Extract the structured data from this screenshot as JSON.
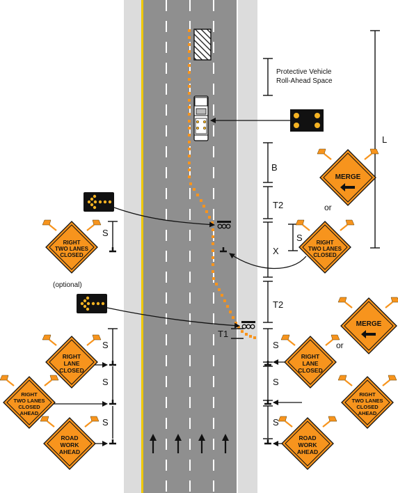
{
  "labels": {
    "protective_vehicle_line1": "Protective Vehicle",
    "protective_vehicle_line2": "Roll-Ahead Space",
    "optional": "(optional)",
    "or_upper": "or",
    "or_lower": "or"
  },
  "dimensions": {
    "B": "B",
    "L": "L",
    "T2_upper": "T2",
    "T2_lower": "T2",
    "X": "X",
    "T1": "T1",
    "S_left_mid": "S",
    "S_right_mid": "S",
    "S_left_1": "S",
    "S_left_2": "S",
    "S_left_3": "S",
    "S_right_1": "S",
    "S_right_2": "S",
    "S_right_3": "S"
  },
  "signs": {
    "merge_upper": [
      "MERGE"
    ],
    "merge_lower": [
      "MERGE"
    ],
    "right_two_lanes_closed_left": [
      "RIGHT",
      "TWO LANES",
      "CLOSED"
    ],
    "right_two_lanes_closed_right": [
      "RIGHT",
      "TWO LANES",
      "CLOSED"
    ],
    "right_lane_closed_left": [
      "RIGHT",
      "LANE",
      "CLOSED"
    ],
    "right_lane_closed_right": [
      "RIGHT",
      "LANE",
      "CLOSED"
    ],
    "right_two_lanes_closed_ahead_left": [
      "RIGHT",
      "TWO LANES",
      "CLOSED",
      "AHEAD"
    ],
    "right_two_lanes_closed_ahead_right": [
      "RIGHT",
      "TWO LANES",
      "CLOSED",
      "AHEAD"
    ],
    "road_work_ahead_left": [
      "ROAD",
      "WORK",
      "AHEAD"
    ],
    "road_work_ahead_right": [
      "ROAD",
      "WORK",
      "AHEAD"
    ]
  },
  "icons": {
    "arrow_board": "arrow-board-left-icon",
    "flashing_panel": "four-light-panel-icon",
    "truck": "protective-truck-icon",
    "work_area": "work-area-hatch-icon",
    "sign_flag": "orange-flag-icon",
    "lane_arrow": "up-arrow-icon"
  },
  "colors": {
    "road": "#8f8f8f",
    "shoulder": "#dcdcdc",
    "edge_line": "#f0c800",
    "sign_orange": "#f7941d",
    "channelizer": "#f7941d",
    "arrow_light": "#f5b323",
    "black": "#111111"
  }
}
